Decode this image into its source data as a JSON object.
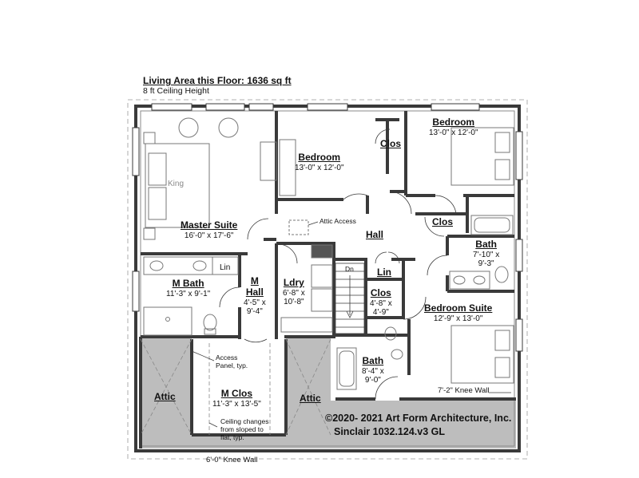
{
  "header": {
    "title": "Living Area this Floor: 1636 sq ft",
    "subtitle": "8 ft Ceiling Height"
  },
  "rooms": {
    "master_suite": {
      "name": "Master Suite",
      "dims": "16'-0\" x 17'-6\""
    },
    "bedroom_1": {
      "name": "Bedroom",
      "dims": "13'-0\" x 12'-0\""
    },
    "bedroom_2": {
      "name": "Bedroom",
      "dims": "13'-0\" x 12'-0\""
    },
    "bedroom_suite": {
      "name": "Bedroom Suite",
      "dims": "12'-9\" x 13'-0\""
    },
    "m_bath": {
      "name": "M Bath",
      "dims": "11'-3\" x 9'-1\""
    },
    "m_hall": {
      "name_line1": "M",
      "name_line2": "Hall",
      "dims_line1": "4'-5\" x",
      "dims_line2": "9'-4\""
    },
    "laundry": {
      "name": "Ldry",
      "dims_line1": "6'-8\" x",
      "dims_line2": "10'-8\""
    },
    "clos_hall": {
      "name": "Clos",
      "dims_line1": "4'-8\" x",
      "dims_line2": "4'-9\""
    },
    "bath_upper": {
      "name": "Bath",
      "dims_line1": "7'-10\" x",
      "dims_line2": "9'-3\""
    },
    "bath_lower": {
      "name": "Bath",
      "dims_line1": "8'-4\" x",
      "dims_line2": "9'-0\""
    },
    "m_clos": {
      "name": "M Clos",
      "dims": "11'-3\" x 13'-5\""
    },
    "hall": {
      "name": "Hall"
    },
    "clos_bed1": {
      "name": "Clos"
    },
    "clos_bed2": {
      "name": "Clos"
    },
    "lin_upper": {
      "name": "Lin"
    },
    "lin_mbath": {
      "name": "Lin"
    },
    "attic_left": {
      "name": "Attic"
    },
    "attic_right": {
      "name": "Attic"
    }
  },
  "notes": {
    "king": "King",
    "attic_access": "Attic Access",
    "dn": "Dn",
    "access_panel": "Access\nPanel, typ.",
    "ceiling_changes": "Ceiling changes\nfrom sloped to\nflat, typ.",
    "knee_wall_6": "6'-0\" Knee Wall",
    "knee_wall_7": "7'-2\" Knee Wall"
  },
  "copyright": {
    "line1": "©2020- 2021 Art Form Architecture, Inc.",
    "line2": "Sinclair 1032.124.v3 GL"
  },
  "colors": {
    "wall": "#3a3a3a",
    "attic_fill": "#bdbdbd",
    "fixture": "#777777",
    "background": "#ffffff"
  }
}
